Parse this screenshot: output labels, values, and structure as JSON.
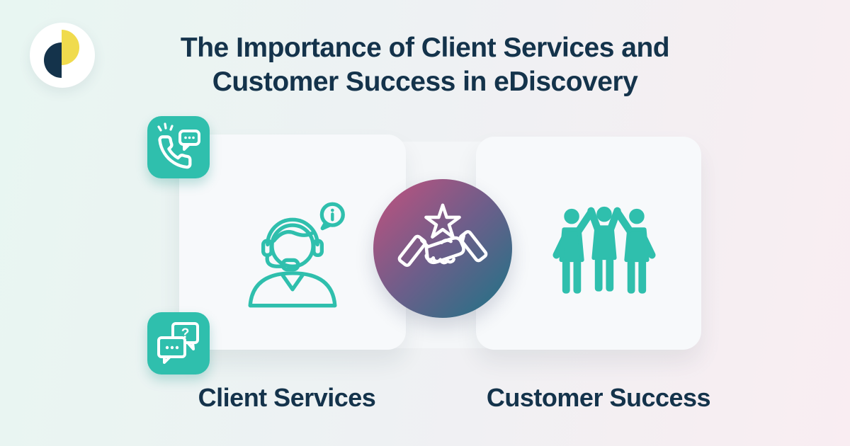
{
  "header": {
    "title_line1": "The Importance of Client Services and",
    "title_line2": "Customer Success in eDiscovery"
  },
  "cards": {
    "left": {
      "label": "Client Services"
    },
    "right": {
      "label": "Customer Success"
    }
  },
  "icons": {
    "logo": "half-circles-logo",
    "badge_top": "phone-chat-icon",
    "badge_bottom": "chat-question-icon",
    "left_card": "support-agent-headset-icon",
    "center": "handshake-star-icon",
    "right_card": "team-highfive-icon"
  },
  "colors": {
    "teal": "#2FBFAD",
    "navy": "#14334B",
    "yellow": "#F0DB4D",
    "card_background": "#F7F9FB",
    "background_left": "#E8F6F2",
    "background_right": "#F9EDF2",
    "circle_gradient_start": "#C0517E",
    "circle_gradient_end": "#1F7386"
  }
}
